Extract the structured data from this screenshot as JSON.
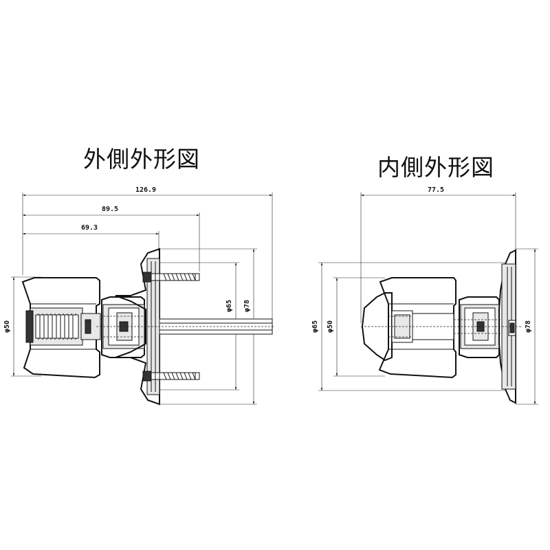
{
  "views": {
    "outer": {
      "title": "外側外形図",
      "dimensions": {
        "overall_length": "126.9",
        "length_mid": "89.5",
        "length_short": "69.3",
        "dia_small": "φ50",
        "dia_mid": "φ65",
        "dia_large": "φ78"
      }
    },
    "inner": {
      "title": "内側外形図",
      "dimensions": {
        "overall_length": "77.5",
        "dia_mid": "φ65",
        "dia_small": "φ50",
        "dia_large": "φ78"
      }
    }
  }
}
